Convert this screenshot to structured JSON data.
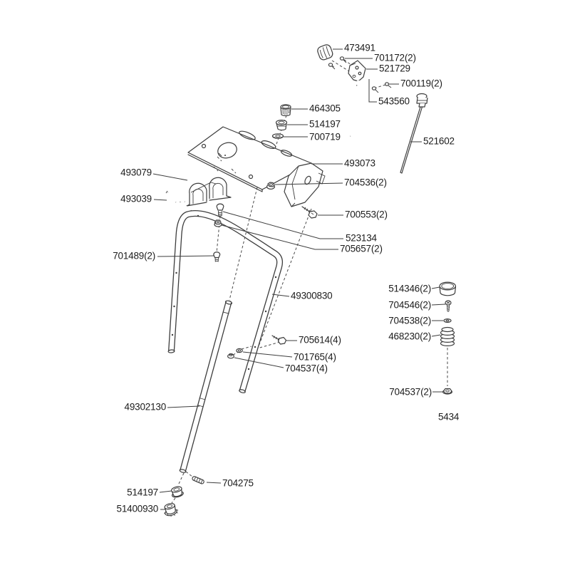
{
  "figure": {
    "type": "exploded-parts-diagram",
    "subject": "handle and control assembly",
    "background_color": "#ffffff",
    "line_color": "#3d3d3d",
    "text_color": "#1c1c1c",
    "diagram_code": "5434"
  },
  "callouts": {
    "k473491": "473491",
    "k701172": "701172(2)",
    "k521729": "521729",
    "k700119": "700119(2)",
    "k543560": "543560",
    "k464305": "464305",
    "k514197": "514197",
    "k700719": "700719",
    "k521602": "521602",
    "k493073": "493073",
    "k704536": "704536(2)",
    "k700553": "700553(2)",
    "k523134": "523134",
    "k705657": "705657(2)",
    "k493079": "493079",
    "k493039": "493039",
    "k701489": "701489(2)",
    "k49300830": "49300830",
    "k705614": "705614(4)",
    "k701765": "701765(4)",
    "k704537x4": "704537(4)",
    "k514346": "514346(2)",
    "k704546": "704546(2)",
    "k704538": "704538(2)",
    "k468230": "468230(2)",
    "k704537x2": "704537(2)",
    "k5434": "5434",
    "k49302130": "49302130",
    "k704275": "704275",
    "k51400930": "51400930"
  }
}
